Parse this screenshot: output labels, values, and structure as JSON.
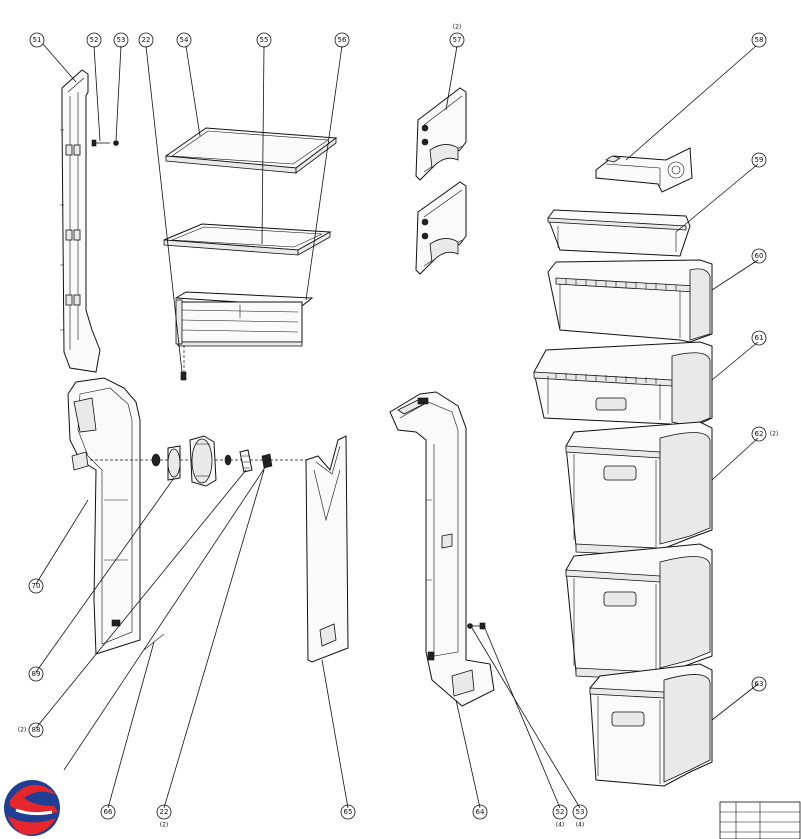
{
  "callouts": [
    {
      "id": "51",
      "text": "51"
    },
    {
      "id": "52a",
      "text": "52"
    },
    {
      "id": "53a",
      "text": "53"
    },
    {
      "id": "22a",
      "text": "22"
    },
    {
      "id": "54",
      "text": "54"
    },
    {
      "id": "55",
      "text": "55"
    },
    {
      "id": "56",
      "text": "56"
    },
    {
      "id": "57",
      "text": "57",
      "qty": "(2)"
    },
    {
      "id": "58",
      "text": "58"
    },
    {
      "id": "59",
      "text": "59"
    },
    {
      "id": "60",
      "text": "60"
    },
    {
      "id": "61",
      "text": "61"
    },
    {
      "id": "62",
      "text": "62",
      "qty": "(2)"
    },
    {
      "id": "63",
      "text": "63"
    },
    {
      "id": "70",
      "text": "70"
    },
    {
      "id": "89",
      "text": "89"
    },
    {
      "id": "88",
      "text": "88",
      "qty": "(2)"
    },
    {
      "id": "66",
      "text": "66"
    },
    {
      "id": "22b",
      "text": "22",
      "qty": "(2)"
    },
    {
      "id": "65",
      "text": "65"
    },
    {
      "id": "64",
      "text": "64"
    },
    {
      "id": "52b",
      "text": "52",
      "qty": "(4)"
    },
    {
      "id": "53b",
      "text": "53",
      "qty": "(4)"
    }
  ],
  "logo": {
    "name": "brand-logo"
  }
}
